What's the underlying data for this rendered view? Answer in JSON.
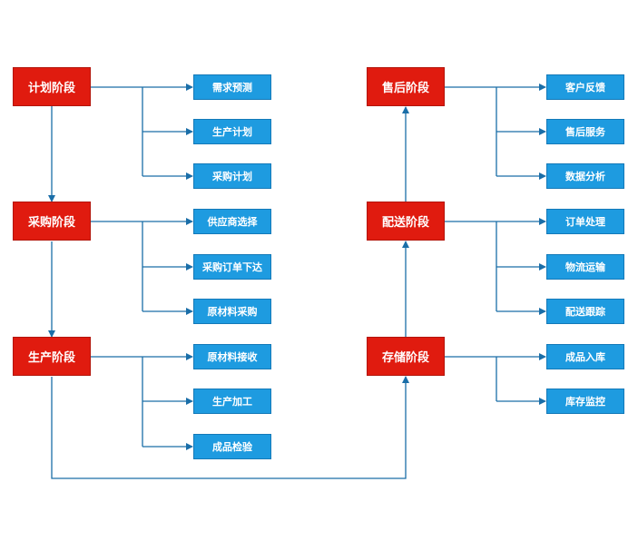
{
  "stages": [
    {
      "id": "plan",
      "label": "计划阶段",
      "tasks": [
        "需求预测",
        "生产计划",
        "采购计划"
      ]
    },
    {
      "id": "purchase",
      "label": "采购阶段",
      "tasks": [
        "供应商选择",
        "采购订单下达",
        "原材料采购"
      ]
    },
    {
      "id": "production",
      "label": "生产阶段",
      "tasks": [
        "原材料接收",
        "生产加工",
        "成品检验"
      ]
    },
    {
      "id": "storage",
      "label": "存储阶段",
      "tasks": [
        "成品入库",
        "库存监控"
      ]
    },
    {
      "id": "delivery",
      "label": "配送阶段",
      "tasks": [
        "订单处理",
        "物流运输",
        "配送跟踪"
      ]
    },
    {
      "id": "aftersales",
      "label": "售后阶段",
      "tasks": [
        "客户反馈",
        "售后服务",
        "数据分析"
      ]
    }
  ],
  "colors": {
    "stage": "#e01b0f",
    "task": "#1e9be0",
    "connector": "#1a6ea8"
  }
}
